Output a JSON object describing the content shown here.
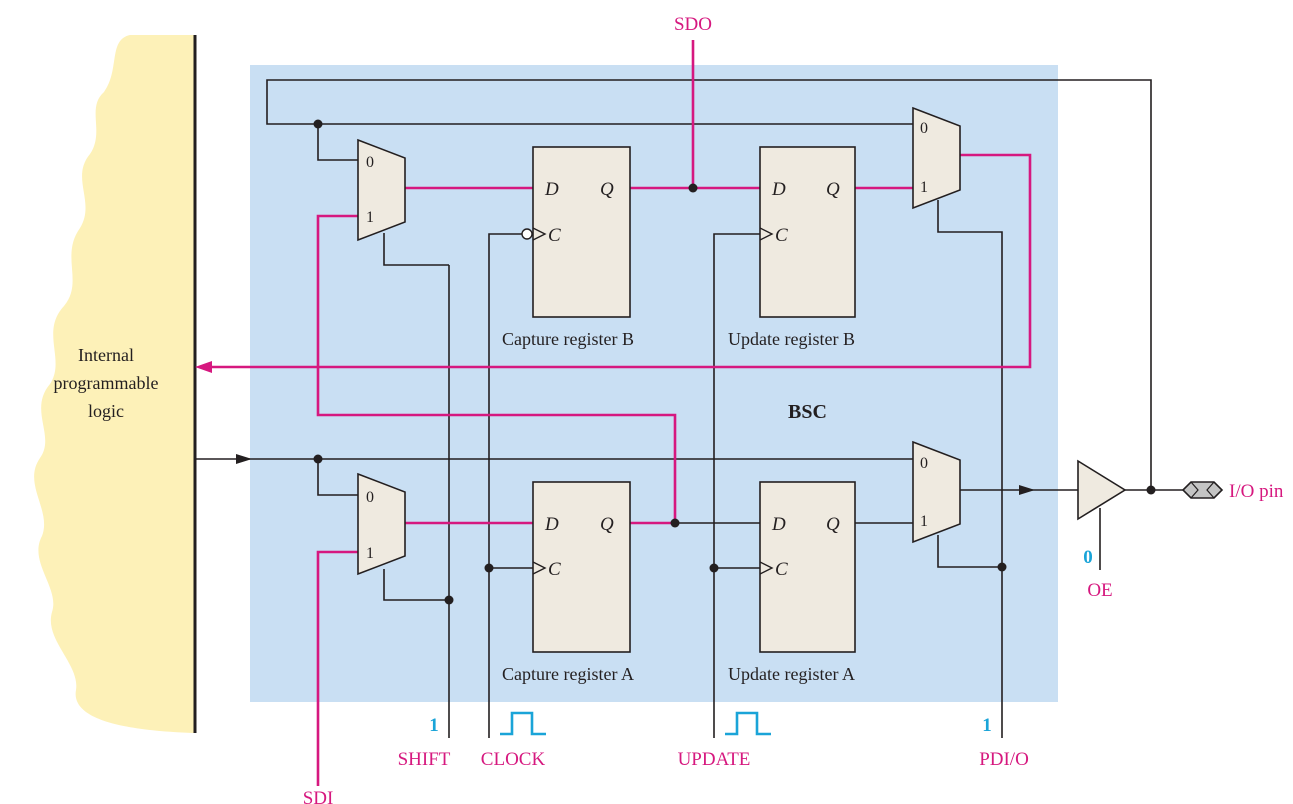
{
  "colors": {
    "signal": "#d6187f",
    "wire": "#231f20",
    "control_value": "#1aa4d8",
    "bsc_box": "#c9dff3",
    "register_fill": "#efeae0",
    "cloud": "#fdf1b8"
  },
  "internal_logic": {
    "line1": "Internal",
    "line2": "programmable",
    "line3": "logic"
  },
  "bsc_label": "BSC",
  "registers": {
    "capture_b": "Capture register B",
    "update_b": "Update register B",
    "capture_a": "Capture register A",
    "update_a": "Update register A",
    "d": "D",
    "q": "Q",
    "c": "C"
  },
  "mux_inputs": {
    "in0": "0",
    "in1": "1"
  },
  "signals": {
    "sdo": "SDO",
    "sdi": "SDI",
    "shift": "SHIFT",
    "clock": "CLOCK",
    "update": "UPDATE",
    "pdio": "PDI/O",
    "oe": "OE",
    "io_pin": "I/O pin"
  },
  "values": {
    "shift": "1",
    "pdio": "1",
    "oe": "0"
  },
  "pulse_icon": "clock-pulse-icon"
}
